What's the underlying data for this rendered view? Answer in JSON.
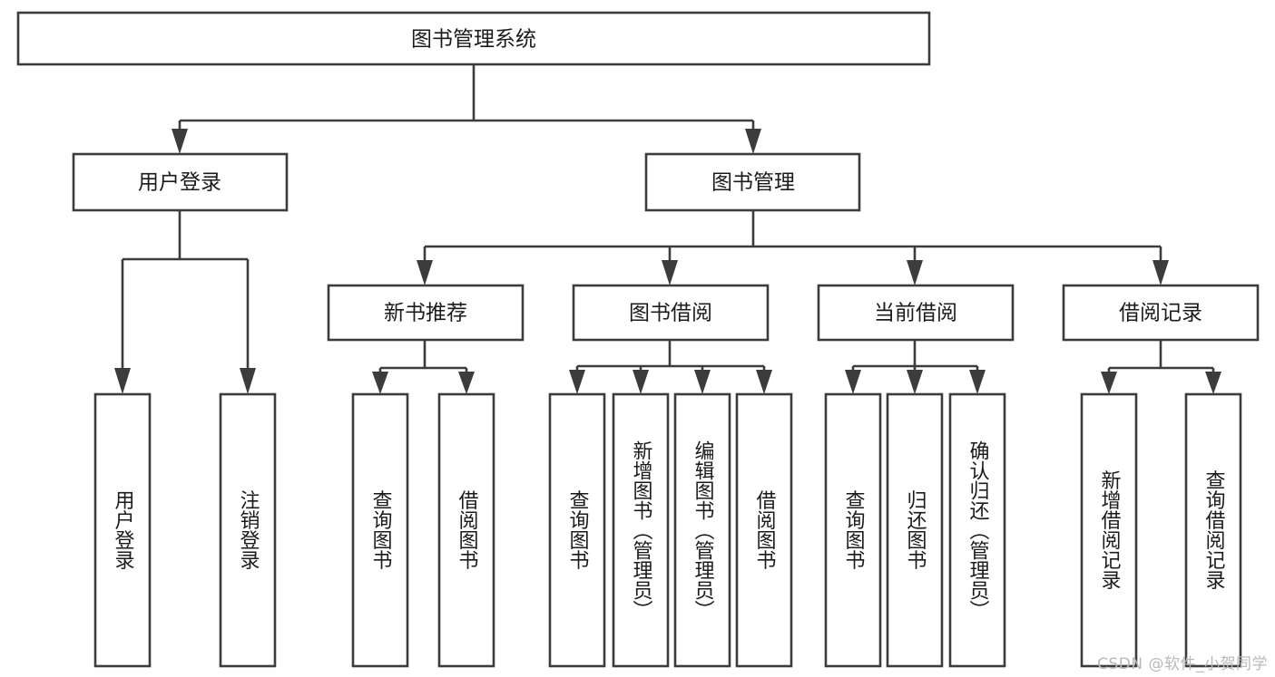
{
  "diagram": {
    "type": "hierarchy-tree",
    "title": "图书管理系统",
    "watermark": "CSDN @软件_小贺同学",
    "colors": {
      "box_stroke": "#3c3c3c",
      "box_fill": "#ffffff",
      "text": "#1b1b1b",
      "background": "#ffffff",
      "watermark": "#b9b9b9"
    },
    "root": {
      "label": "图书管理系统"
    },
    "level1": [
      {
        "label": "用户登录"
      },
      {
        "label": "图书管理"
      }
    ],
    "level2": [
      {
        "label": "新书推荐"
      },
      {
        "label": "图书借阅"
      },
      {
        "label": "当前借阅"
      },
      {
        "label": "借阅记录"
      }
    ],
    "leaves": {
      "user_login": [
        {
          "label": "用户登录"
        },
        {
          "label": "注销登录"
        }
      ],
      "new_book": [
        {
          "label": "查询图书"
        },
        {
          "label": "借阅图书"
        }
      ],
      "book_borrow": [
        {
          "label": "查询图书"
        },
        {
          "label": "新增图书（管理员）"
        },
        {
          "label": "编辑图书（管理员）"
        },
        {
          "label": "借阅图书"
        }
      ],
      "current_borrow": [
        {
          "label": "查询图书"
        },
        {
          "label": "归还图书"
        },
        {
          "label": "确认归还（管理员）"
        }
      ],
      "borrow_record": [
        {
          "label": "新增借阅记录"
        },
        {
          "label": "查询借阅记录"
        }
      ]
    }
  }
}
